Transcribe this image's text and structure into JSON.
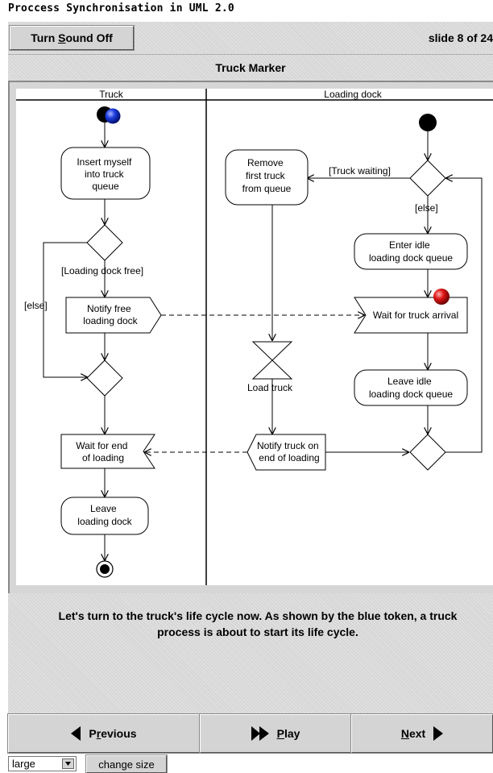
{
  "app": {
    "title": "Proccess Synchronisation in UML 2.0"
  },
  "toolbar": {
    "sound_label": "Turn Sound Off",
    "sound_mnemonic": "S",
    "slide_counter": "slide 8 of 24"
  },
  "diagram": {
    "title": "Truck Marker",
    "swimlanes": [
      "Truck",
      "Loading dock"
    ],
    "truck_lane": {
      "insert_queue": [
        "Insert myself",
        "into truck",
        "queue"
      ],
      "guard_dock_free": "[Loading dock free]",
      "guard_else": "[else]",
      "notify_free": [
        "Notify free",
        "loading dock"
      ],
      "wait_end": [
        "Wait for end",
        "of loading"
      ],
      "leave_dock": [
        "Leave",
        "loading dock"
      ]
    },
    "dock_lane": {
      "remove_truck": [
        "Remove",
        "first truck",
        "from queue"
      ],
      "guard_truck_waiting": "[Truck waiting]",
      "guard_else": "[else]",
      "enter_idle": [
        "Enter idle",
        "loading dock queue"
      ],
      "wait_arrival": "Wait for truck arrival",
      "load_truck": "Load truck",
      "leave_idle": [
        "Leave idle",
        "loading dock queue"
      ],
      "notify_truck": [
        "Notify truck on",
        "end of loading"
      ]
    },
    "tokens": {
      "truck_color": "#1e3ee0",
      "dock_color": "#e01818"
    }
  },
  "caption": "Let's turn to the truck's life cycle now. As shown by the blue token, a truck process is about to start its life cycle.",
  "nav": {
    "previous": "Previous",
    "play": "Play",
    "next": "Next"
  },
  "bottom": {
    "size_value": "large",
    "change_size": "change size"
  }
}
